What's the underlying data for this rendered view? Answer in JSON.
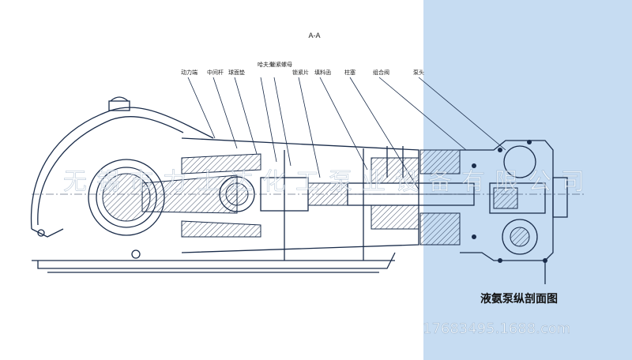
{
  "section_mark": "A-A",
  "title": "液氨泵纵剖面图",
  "watermark_text": "无锡市力士达化工泵业设备有限公司",
  "watermark_url": "17683495.1688.com",
  "labels": [
    "动力端",
    "中间杆",
    "球面垫",
    "哈夫头",
    "锁紧螺母",
    "锁紧片",
    "填料函",
    "柱塞",
    "组合阀",
    "泵头"
  ],
  "colors": {
    "drawing": "#1a2c4a",
    "right_panel": "#c6dcf2"
  }
}
